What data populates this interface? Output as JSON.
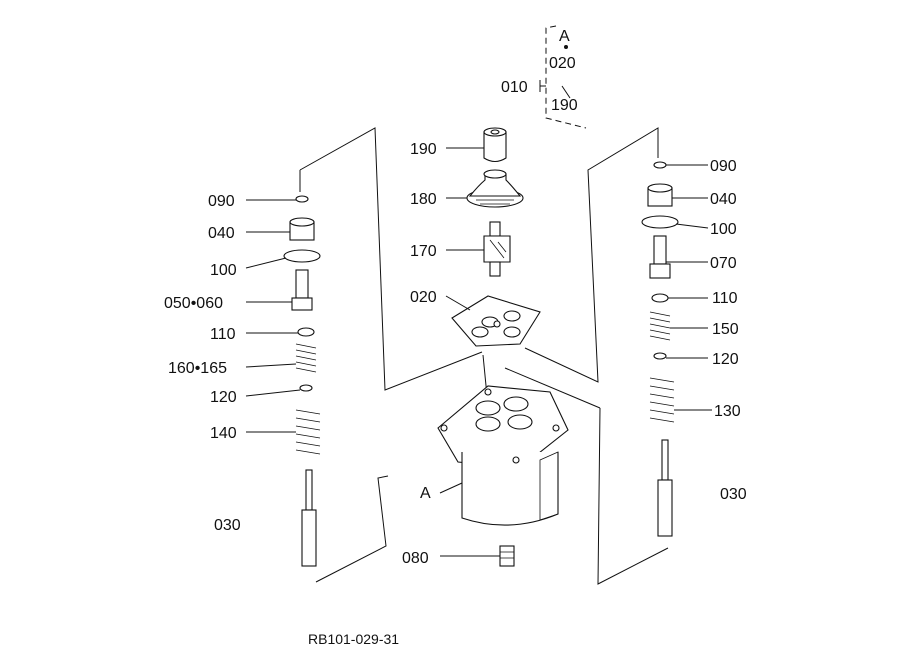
{
  "labels": {
    "group_ref": "A",
    "group_020": "020",
    "group_010": "010",
    "group_190": "190",
    "c_190": "190",
    "c_180": "180",
    "c_170": "170",
    "c_020": "020",
    "c_080": "080",
    "c_A": "A",
    "l_090": "090",
    "l_040": "040",
    "l_100": "100",
    "l_050_060": "050•060",
    "l_110": "110",
    "l_160_165": "160•165",
    "l_120": "120",
    "l_140": "140",
    "l_030": "030",
    "r_090": "090",
    "r_040": "040",
    "r_100": "100",
    "r_070": "070",
    "r_110": "110",
    "r_150": "150",
    "r_120": "120",
    "r_130": "130",
    "r_030": "030"
  },
  "figure_code": "RB101-029-31"
}
